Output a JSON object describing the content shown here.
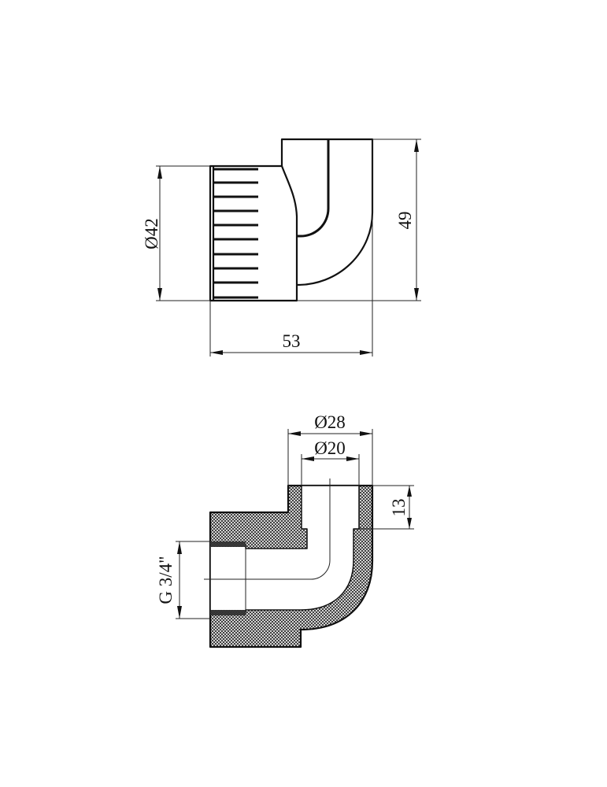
{
  "top_view": {
    "dimensions": {
      "diameter": "Ø42",
      "height": "49",
      "length": "53"
    }
  },
  "section_view": {
    "dimensions": {
      "outer_diameter": "Ø28",
      "inner_diameter": "Ø20",
      "socket_depth": "13",
      "thread": "G 3/4\""
    }
  },
  "colors": {
    "line": "#111111",
    "background": "#ffffff"
  }
}
